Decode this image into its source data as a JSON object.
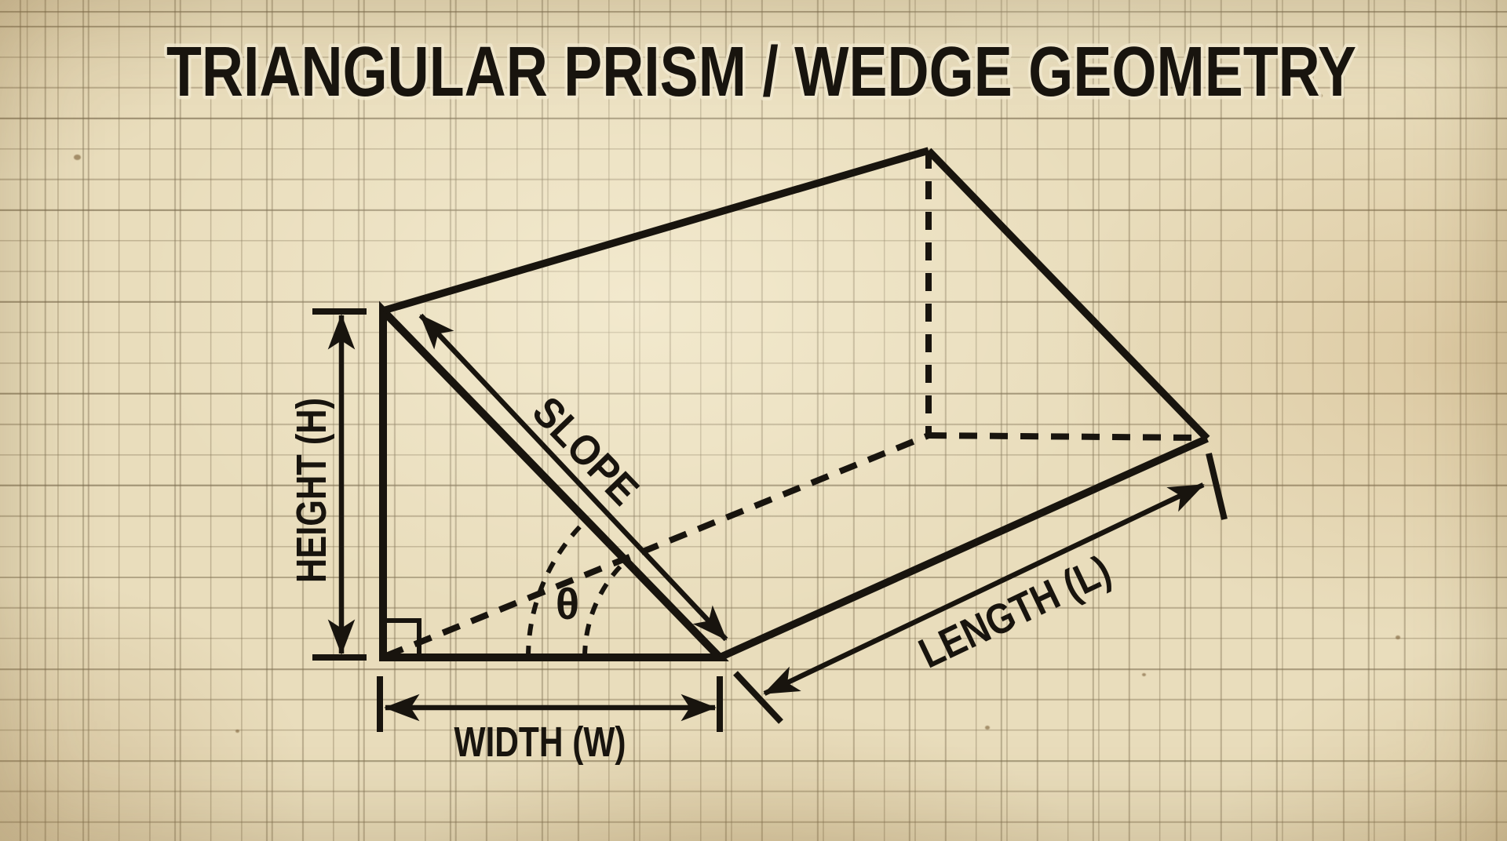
{
  "title": "TRIANGULAR PRISM / WEDGE GEOMETRY",
  "diagram": {
    "labels": {
      "height": "HEIGHT (H)",
      "slope": "SLOPE",
      "width": "WIDTH (W)",
      "length": "LENGTH (L)",
      "theta": "θ"
    },
    "style": {
      "ink_color": "#18140e",
      "paper_color": "#e9ddbc",
      "grid_line_color": "#8a7c5c"
    }
  }
}
